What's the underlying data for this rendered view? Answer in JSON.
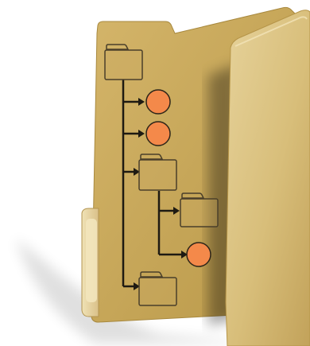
{
  "illustration": {
    "subject": "folder-icon",
    "icons": {
      "folder": "folder-icon",
      "file": "file-circle-icon"
    },
    "tree": {
      "root": "folder",
      "children": [
        {
          "type": "file"
        },
        {
          "type": "file"
        },
        {
          "type": "folder",
          "children": [
            {
              "type": "folder"
            },
            {
              "type": "file"
            }
          ]
        },
        {
          "type": "folder"
        }
      ]
    },
    "colors": {
      "folder_back": "#C9A95C",
      "folder_back_edge": "#A8893F",
      "folder_front_light": "#E2CC8E",
      "folder_front_dark": "#C4A45A",
      "folder_tab_highlight": "#EAD9A5",
      "file_circle": "#F4894A",
      "file_circle_stroke": "#2C2418",
      "tree_line": "#1E1A12",
      "mini_folder_stroke": "#4A3F2A"
    }
  }
}
